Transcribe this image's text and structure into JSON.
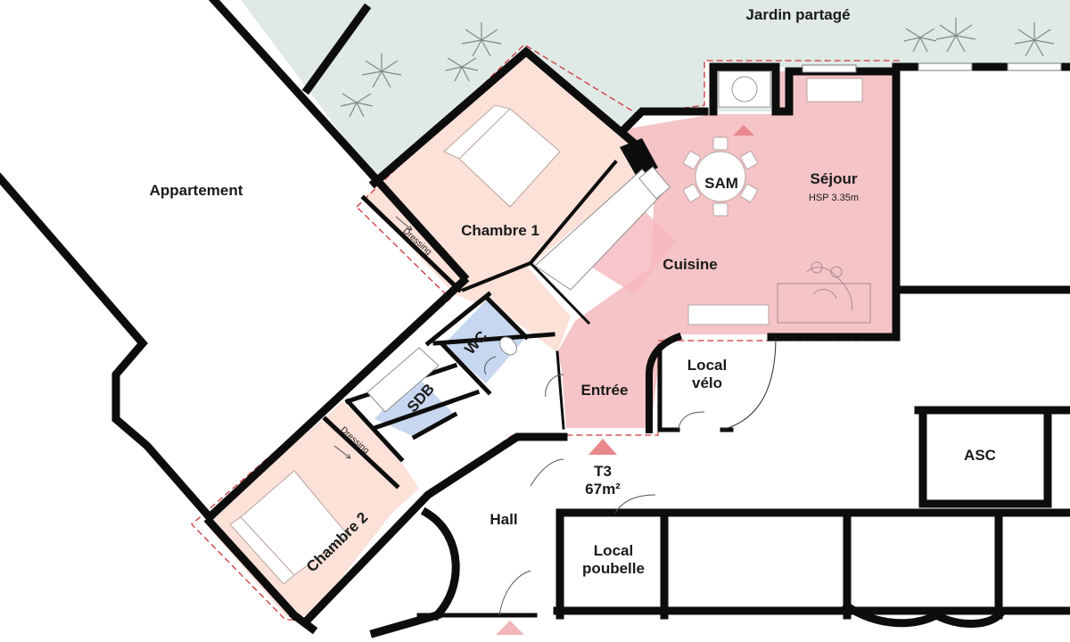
{
  "labels": {
    "garden": "Jardin partagé",
    "apartment": "Appartement",
    "bedroom1": "Chambre 1",
    "bedroom2": "Chambre 2",
    "dressing1": "Dressing",
    "dressing2": "Dressing",
    "dining": "SAM",
    "living": "Séjour",
    "ceiling_height": "HSP 3.35m",
    "kitchen": "Cuisine",
    "wc": "WC",
    "bathroom": "SDB",
    "entrance": "Entrée",
    "bike_room_line1": "Local",
    "bike_room_line2": "vélo",
    "elevator": "ASC",
    "unit_type": "T3",
    "unit_area": "67m²",
    "hall": "Hall",
    "bin_room_line1": "Local",
    "bin_room_line2": "poubelle"
  },
  "colors": {
    "garden": "#dfeae6",
    "bedroom": "#fbe1d7",
    "living": "#f5c4c6",
    "wet_room": "#c7d7f0",
    "kitchen_tiles": "#f6b8bd",
    "wall": "#0d0d0d",
    "boundary": "#d0353a",
    "arrow_marker": "#e8888d"
  },
  "icons": {
    "plants": "palm-plant-icon",
    "entry_marker": "triangle-up-icon"
  }
}
